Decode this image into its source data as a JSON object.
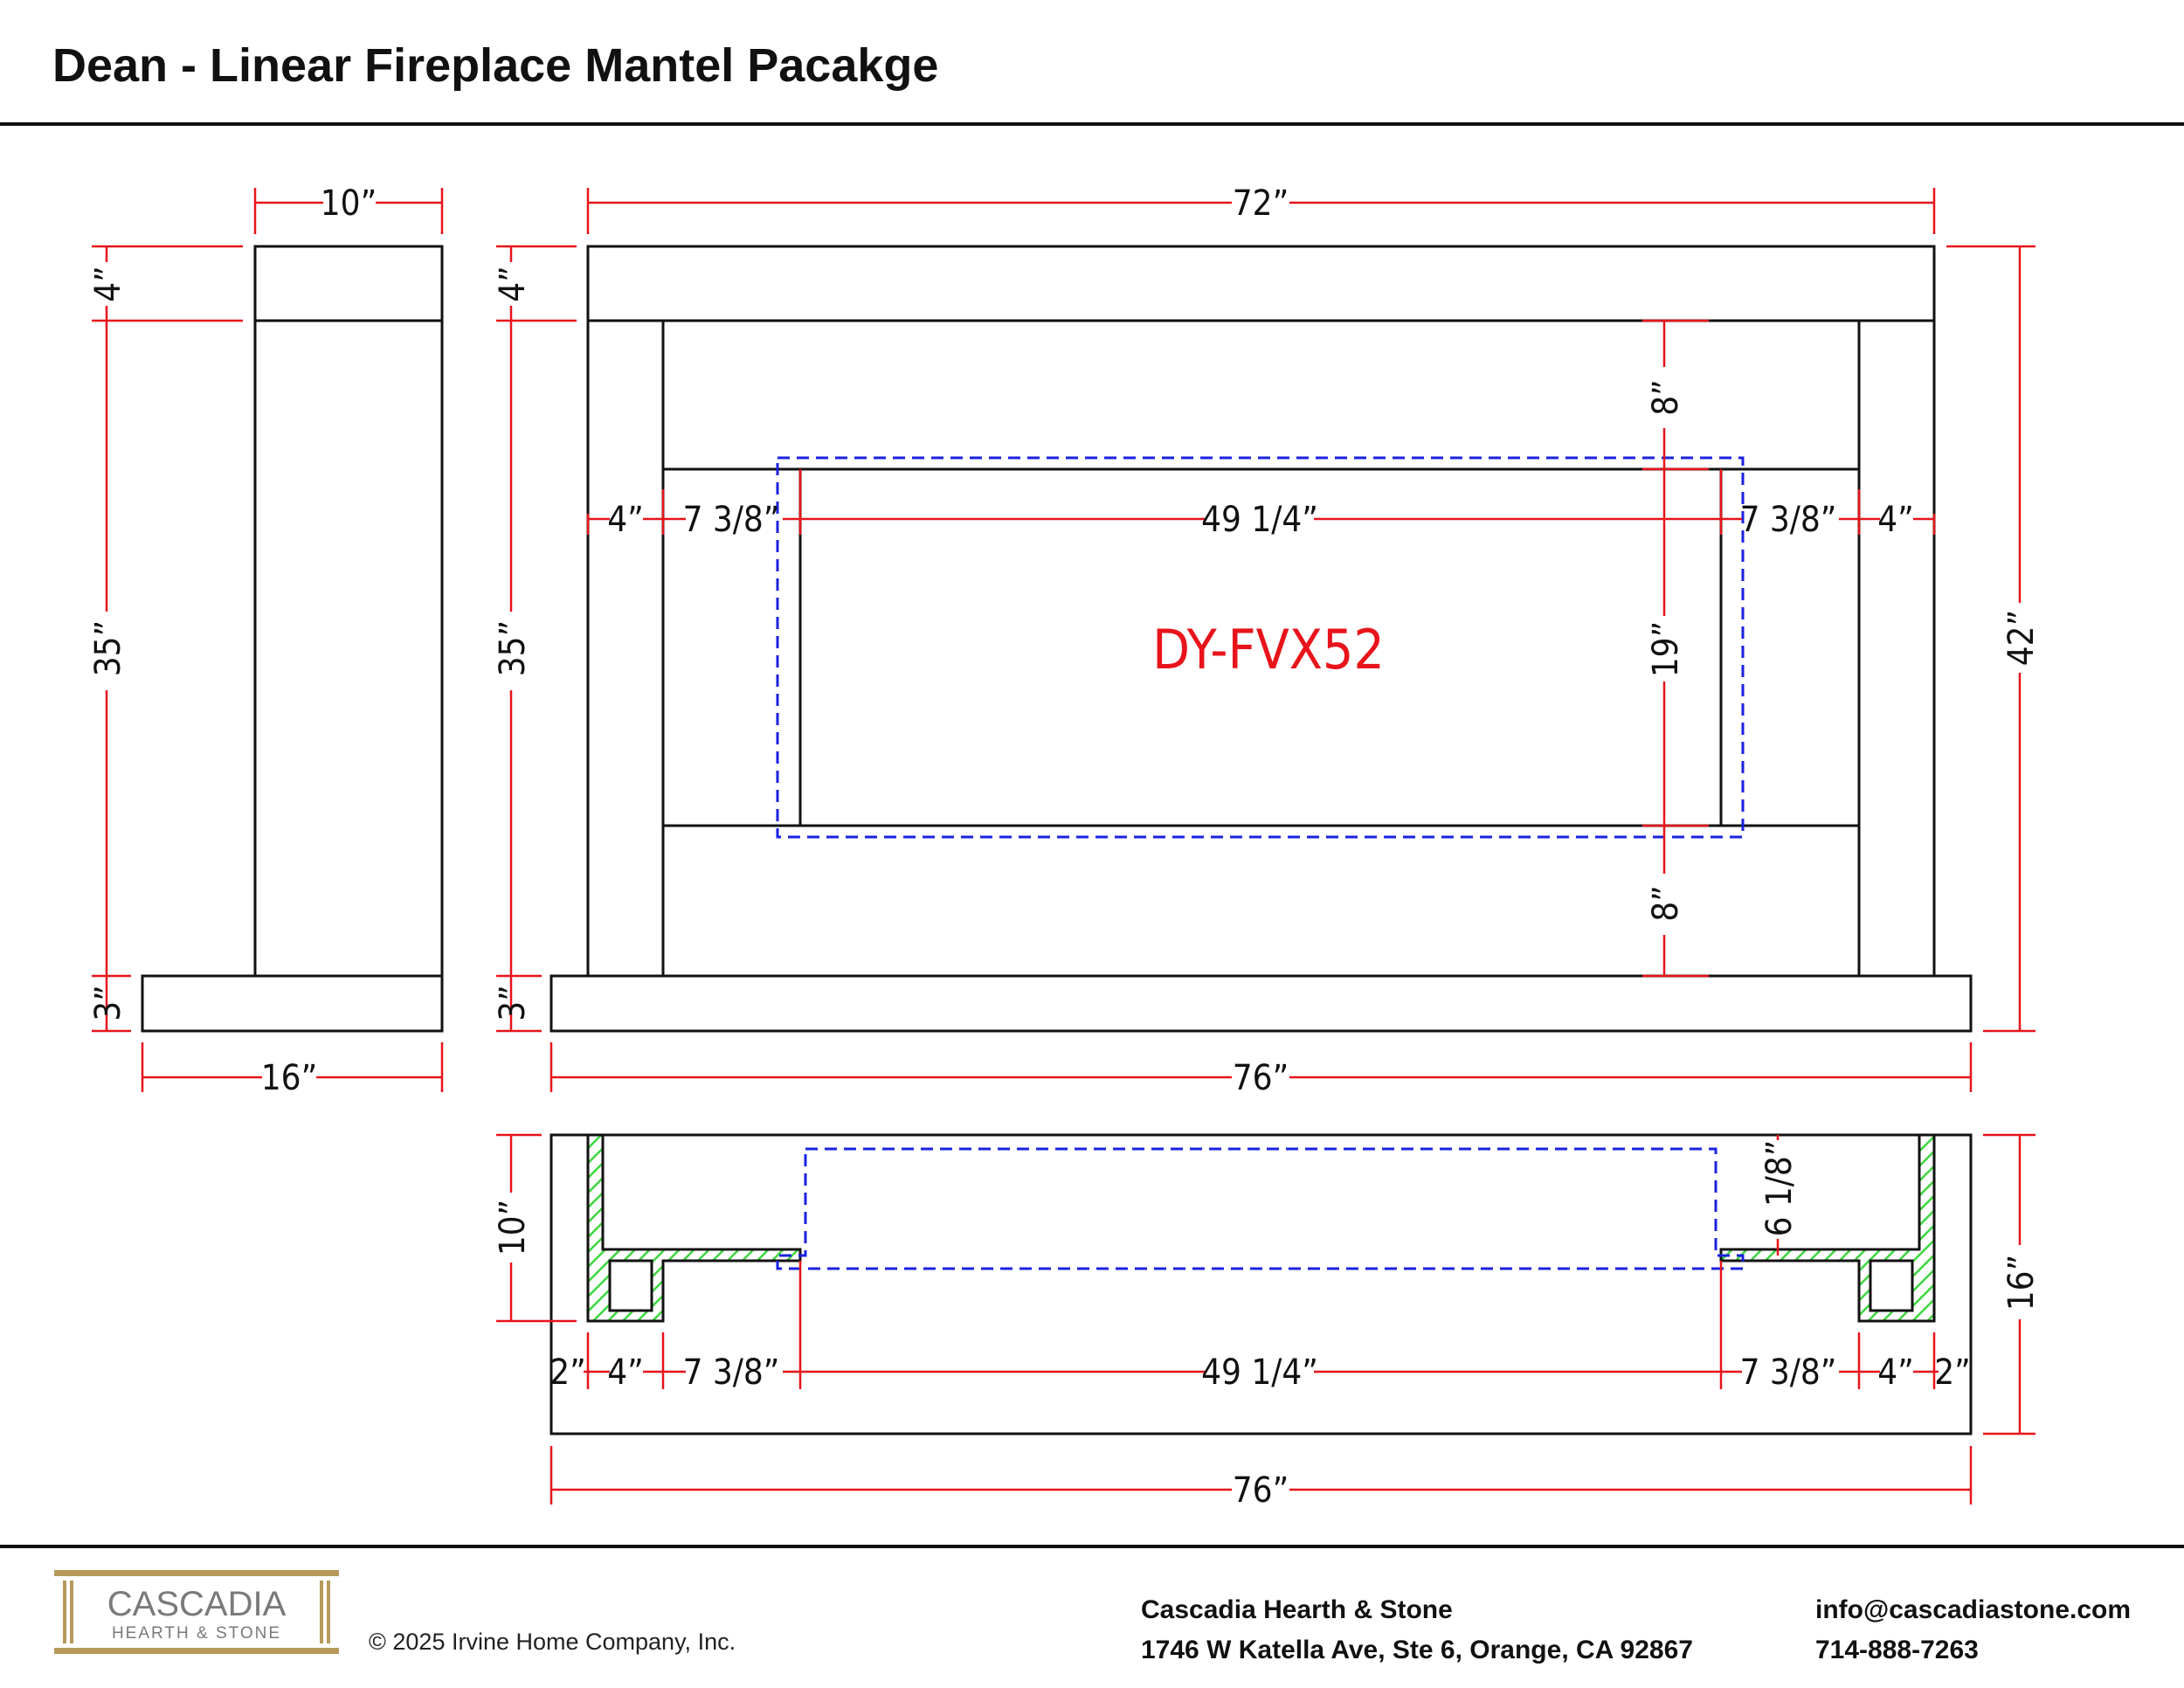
{
  "title": "Dean - Linear Fireplace Mantel Pacakge",
  "colors": {
    "dimension": "#e8141b",
    "insert_outline": "#1a22e0",
    "section_hatch": "#3fd63f",
    "logo_gold": "#b69a5a",
    "logo_text": "#7a7a7a"
  },
  "side_view": {
    "width_top": "10”",
    "top_height": "4”",
    "leg_height": "35”",
    "hearth_height": "3”",
    "hearth_width": "16”"
  },
  "front_view": {
    "overall_width": "72”",
    "top_height": "4”",
    "leg_height": "35”",
    "hearth_height": "3”",
    "overall_height": "42”",
    "hearth_width": "76”",
    "leg_width_left": "4”",
    "leg_width_right": "4”",
    "gap_left": "7 3/8”",
    "gap_right": "7 3/8”",
    "opening_width": "49 1/4”",
    "above_opening": "8”",
    "opening_height": "19”",
    "below_opening": "8”",
    "insert_model": "DY-FVX52"
  },
  "plan_view": {
    "depth_leg": "10”",
    "insert_depth": "6 1/8”",
    "overall_depth": "16”",
    "overall_width": "76”",
    "offset_left": "2”",
    "leg_left": "4”",
    "gap_left": "7 3/8”",
    "opening_width": "49 1/4”",
    "gap_right": "7 3/8”",
    "leg_right": "4”",
    "offset_right": "2”"
  },
  "footer": {
    "logo_name": "CASCADIA",
    "logo_sub": "HEARTH & STONE",
    "copyright": "© 2025 Irvine Home Company, Inc.",
    "company_name": "Cascadia Hearth & Stone",
    "address": "1746 W Katella Ave, Ste 6, Orange, CA 92867",
    "email": "info@cascadiastone.com",
    "phone": "714-888-7263"
  }
}
